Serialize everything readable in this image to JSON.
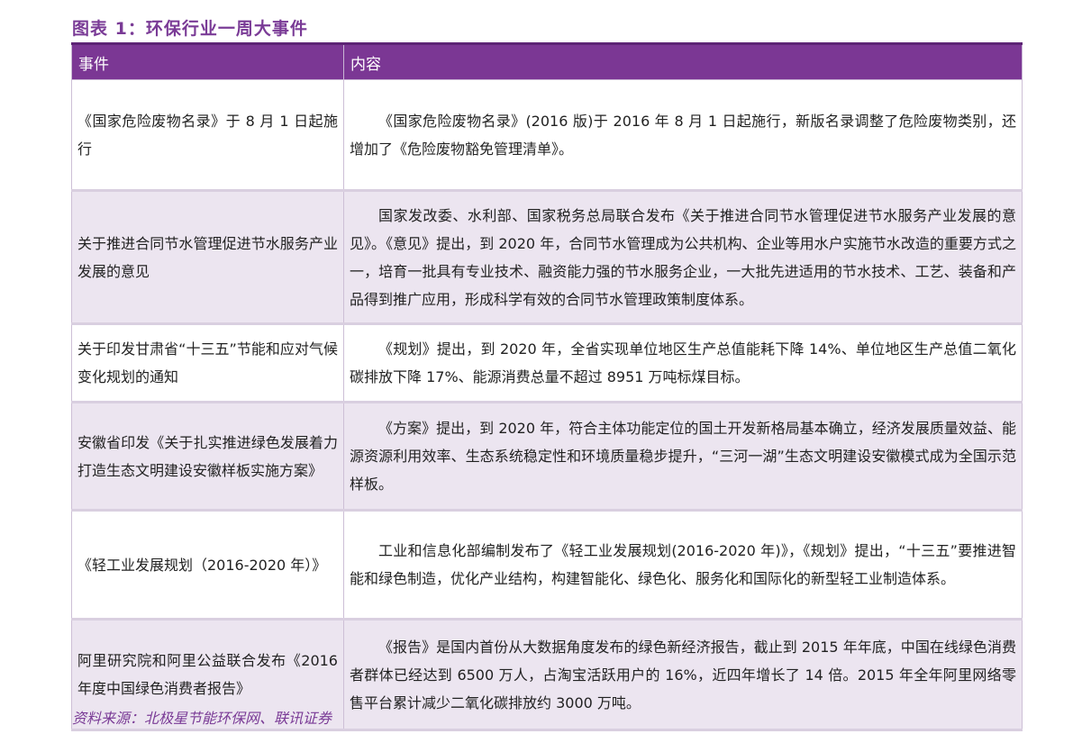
{
  "title": "图表 1：环保行业一周大事件",
  "headers": {
    "event": "事件",
    "content": "内容"
  },
  "rows": [
    {
      "event": "《国家危险废物名录》于 8 月 1 日起施行",
      "content": "《国家危险废物名录》(2016 版)于 2016 年 8 月 1 日起施行，新版名录调整了危险废物类别，还增加了《危险废物豁免管理清单》。"
    },
    {
      "event": "关于推进合同节水管理促进节水服务产业发展的意见",
      "content": "国家发改委、水利部、国家税务总局联合发布《关于推进合同节水管理促进节水服务产业发展的意见》。《意见》提出，到 2020 年，合同节水管理成为公共机构、企业等用水户实施节水改造的重要方式之一，培育一批具有专业技术、融资能力强的节水服务企业，一大批先进适用的节水技术、工艺、装备和产品得到推广应用，形成科学有效的合同节水管理政策制度体系。"
    },
    {
      "event": "关于印发甘肃省“十三五”节能和应对气候变化规划的通知",
      "content": "《规划》提出，到 2020 年，全省实现单位地区生产总值能耗下降 14%、单位地区生产总值二氧化碳排放下降 17%、能源消费总量不超过 8951 万吨标煤目标。"
    },
    {
      "event": "安徽省印发《关于扎实推进绿色发展着力打造生态文明建设安徽样板实施方案》",
      "content": "《方案》提出，到 2020 年，符合主体功能定位的国土开发新格局基本确立，经济发展质量效益、能源资源利用效率、生态系统稳定性和环境质量稳步提升，“三河一湖”生态文明建设安徽模式成为全国示范样板。"
    },
    {
      "event": "《轻工业发展规划（2016-2020 年）》",
      "content": "工业和信息化部编制发布了《轻工业发展规划(2016-2020 年)》，《规划》提出，“十三五”要推进智能和绿色制造，优化产业结构，构建智能化、绿色化、服务化和国际化的新型轻工业制造体系。"
    },
    {
      "event": "阿里研究院和阿里公益联合发布《2016 年度中国绿色消费者报告》",
      "content": "《报告》是国内首份从大数据角度发布的绿色新经济报告，截止到 2015 年年底，中国在线绿色消费者群体已经达到 6500 万人，占淘宝活跃用户的 16%，近四年增长了 14 倍。2015 年全年阿里网络零售平台累计减少二氧化碳排放约 3000 万吨。"
    }
  ],
  "source": "资料来源：北极星节能环保网、联讯证券",
  "colors": {
    "accent": "#7b3794",
    "row_alt": "#ece5f0"
  }
}
